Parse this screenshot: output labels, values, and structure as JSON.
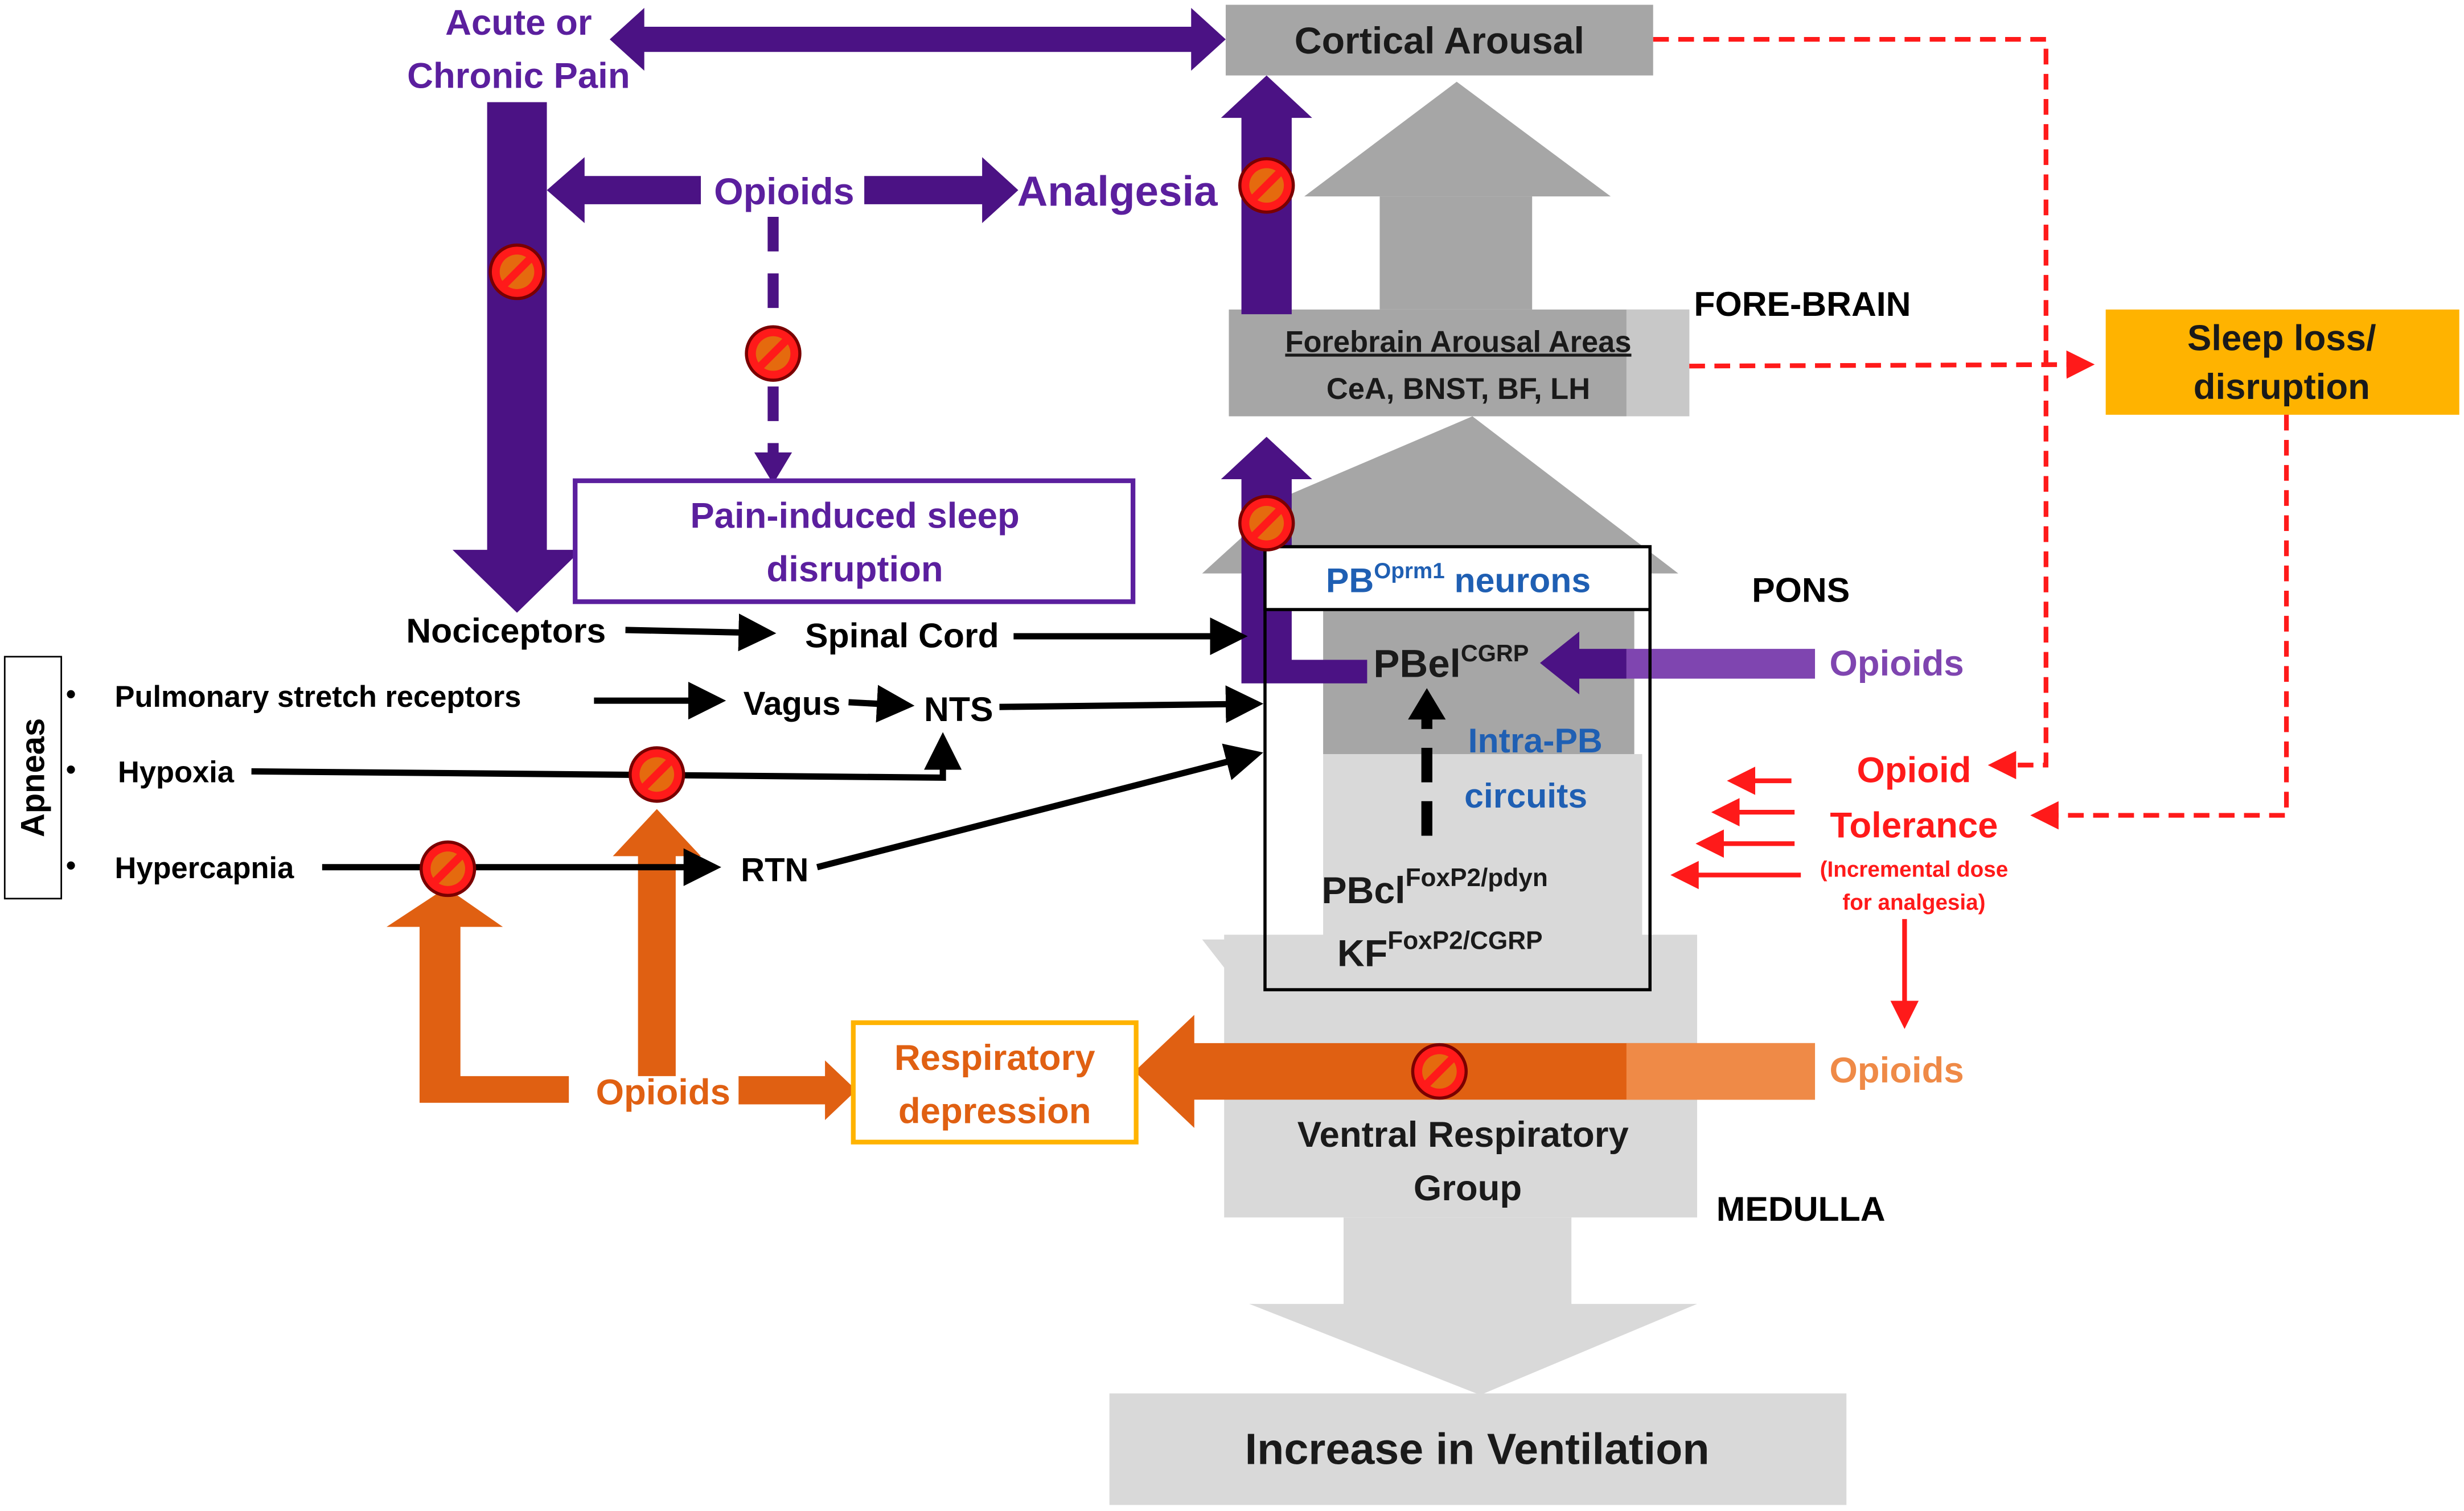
{
  "nodes": {
    "cortical_arousal": "Cortical Arousal",
    "pain_line1": "Acute or",
    "pain_line2": "Chronic Pain",
    "opioids_top": "Opioids",
    "analgesia": "Analgesia",
    "forebrain_title": "Forebrain Arousal Areas",
    "forebrain_sub": "CeA, BNST, BF, LH",
    "forebrain_label": "FORE-BRAIN",
    "sleep_loss_1": "Sleep loss/",
    "sleep_loss_2": "disruption",
    "pain_sleep_1": "Pain-induced sleep",
    "pain_sleep_2": "disruption",
    "pb_neurons_base": "PB",
    "pb_neurons_sup": "Oprm1",
    "pb_neurons_rest": " neurons",
    "pons": "PONS",
    "nociceptors": "Nociceptors",
    "spinal_cord": "Spinal Cord",
    "pbel_base": "PBel",
    "pbel_sup": "CGRP",
    "opioids_pons": "Opioids",
    "apneas": "Apneas",
    "pulmonary": "Pulmonary stretch receptors",
    "vagus": "Vagus",
    "nts": "NTS",
    "hypoxia": "Hypoxia",
    "hypercapnia": "Hypercapnia",
    "rtn": "RTN",
    "intra_pb_1": "Intra-PB",
    "intra_pb_2": "circuits",
    "pbcl_base": "PBcl",
    "pbcl_sup": "FoxP2/pdyn",
    "kf_base": "KF",
    "kf_sup": "FoxP2/CGRP",
    "tolerance_1": "Opioid",
    "tolerance_2": "Tolerance",
    "tolerance_3": "(Incremental dose",
    "tolerance_4": "for analgesia)",
    "opioids_medulla": "Opioids",
    "opioids_resp": "Opioids",
    "resp_dep_1": "Respiratory",
    "resp_dep_2": "depression",
    "vrg_1": "Ventral Respiratory",
    "vrg_2": "Group",
    "medulla": "MEDULLA",
    "ventilation": "Increase in Ventilation"
  },
  "bullets": [
    "•",
    "•",
    "•"
  ],
  "colors": {
    "purple": "#4b1284",
    "purple_text": "#5b1f9e",
    "light_purple": "#7f45b0",
    "orange": "#e06012",
    "light_orange": "#ef8a47",
    "red": "#ff1a1a",
    "gray_dark": "#a6a6a6",
    "gray_light": "#d9d9d9",
    "blue": "#1f5fb3",
    "sleep_box": "#ffb300"
  },
  "icons": [
    "inhibition-icon"
  ]
}
